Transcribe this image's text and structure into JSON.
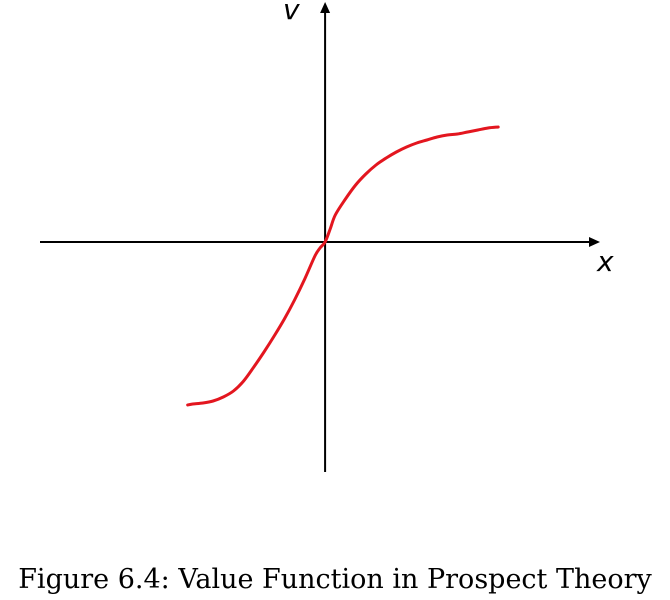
{
  "caption": "Figure 6.4: Value Function in Prospect Theory",
  "chart_data": {
    "type": "line",
    "title": "",
    "xlabel": "x",
    "ylabel": "v",
    "xlim": [
      -2.8,
      2.7
    ],
    "ylim": [
      -2.3,
      2.4
    ],
    "grid": false,
    "legend": "none",
    "series": [
      {
        "color": "#e3161f",
        "x": [
          -1.35,
          -1.3,
          -1.2,
          -1.1,
          -1.0,
          -0.9,
          -0.8,
          -0.7,
          -0.6,
          -0.5,
          -0.4,
          -0.3,
          -0.2,
          -0.1,
          -0.05,
          0.0,
          0.05,
          0.1,
          0.2,
          0.3,
          0.4,
          0.5,
          0.6,
          0.7,
          0.8,
          0.9,
          1.0,
          1.1,
          1.2,
          1.3,
          1.4,
          1.5,
          1.6,
          1.7
        ],
        "y": [
          -1.63,
          -1.62,
          -1.61,
          -1.59,
          -1.55,
          -1.49,
          -1.39,
          -1.25,
          -1.1,
          -0.94,
          -0.77,
          -0.58,
          -0.37,
          -0.14,
          -0.06,
          0.0,
          0.13,
          0.27,
          0.43,
          0.57,
          0.68,
          0.77,
          0.84,
          0.9,
          0.95,
          0.99,
          1.02,
          1.05,
          1.07,
          1.08,
          1.1,
          1.12,
          1.14,
          1.15
        ]
      }
    ]
  }
}
